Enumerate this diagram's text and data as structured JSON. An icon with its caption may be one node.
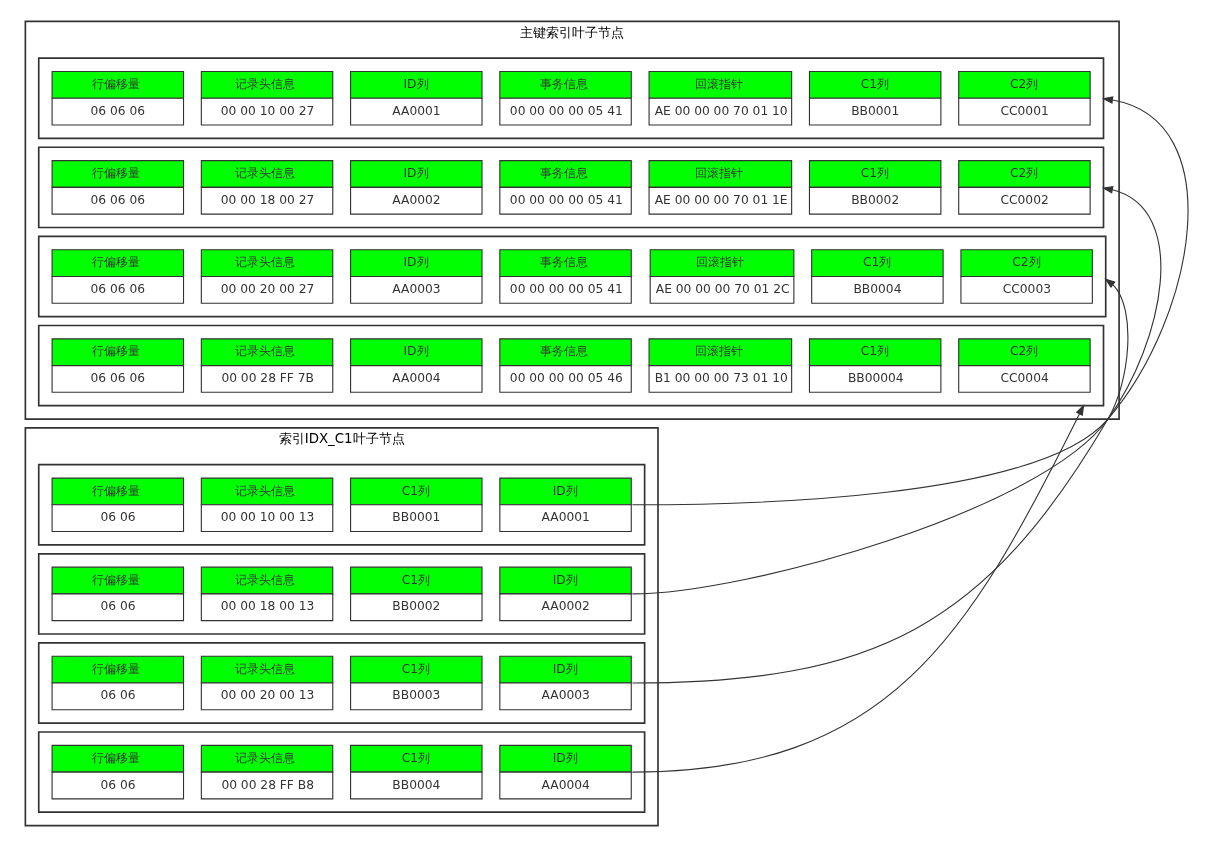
{
  "diagram": {
    "nodes": [
      {
        "text": [
          "主键索引叶子节点"
        ]
      },
      {
        "text": [],
        "shape": "box",
        "in": 0
      },
      {
        "text": [
          "行偏移量",
          "06 06 06"
        ],
        "in": 1
      },
      {
        "text": [
          "记录头信息",
          "00 00 10 00 27"
        ],
        "in": 1
      },
      {
        "text": [
          "ID列",
          "AA0001"
        ],
        "in": 1
      },
      {
        "text": [
          "事务信息",
          "00 00 00 00 05 41"
        ],
        "in": 1
      },
      {
        "text": [
          "回滚指针",
          "AE 00 00 00 70 01 10"
        ],
        "in": 1
      },
      {
        "text": [
          "C1列",
          "BB0001"
        ],
        "in": 1
      },
      {
        "text": [
          "C2列",
          "CC0001"
        ],
        "in": 1
      },
      {
        "text": [],
        "shape": "box",
        "in": 0
      },
      {
        "text": [
          "行偏移量",
          "06 06 06"
        ],
        "in": 9
      },
      {
        "text": [
          "记录头信息",
          "00 00 18 00 27"
        ],
        "in": 9
      },
      {
        "text": [
          "ID列",
          "AA0002"
        ],
        "in": 9
      },
      {
        "text": [
          "事务信息",
          "00 00 00 00 05 41"
        ],
        "in": 9
      },
      {
        "text": [
          "回滚指针",
          "AE 00 00 00 70 01 1E"
        ],
        "in": 9
      },
      {
        "text": [
          "C1列",
          "BB0002"
        ],
        "in": 9
      },
      {
        "text": [
          "C2列",
          "CC0002"
        ],
        "in": 9
      },
      {
        "text": [],
        "shape": "box",
        "in": 0
      },
      {
        "text": [
          "行偏移量",
          "06 06 06"
        ],
        "in": 17
      },
      {
        "text": [
          "记录头信息",
          "00 00 20 00 27"
        ],
        "in": 17
      },
      {
        "text": [
          "ID列",
          "AA0003"
        ],
        "in": 17
      },
      {
        "text": [
          "事务信息",
          "00 00 00 00 05 41"
        ],
        "in": 17
      },
      {
        "text": [
          "回滚指针",
          "AE 00 00 00 70 01 2C"
        ],
        "in": 17
      },
      {
        "text": [
          "C1列",
          "BB0004"
        ],
        "in": 17
      },
      {
        "text": [
          "C2列",
          "CC0003"
        ],
        "in": 17
      },
      {
        "text": [],
        "shape": "box",
        "in": 0
      },
      {
        "text": [
          "行偏移量",
          "06 06 06"
        ],
        "in": 25
      },
      {
        "text": [
          "记录头信息",
          "00 00 28 FF 7B"
        ],
        "in": 25
      },
      {
        "text": [
          "ID列",
          "AA0004"
        ],
        "in": 25
      },
      {
        "text": [
          "事务信息",
          "00 00 00 00 05 46"
        ],
        "in": 25
      },
      {
        "text": [
          "回滚指针",
          "B1 00 00 00 73 01 10"
        ],
        "in": 25
      },
      {
        "text": [
          "C1列",
          "BB00004"
        ],
        "in": 25
      },
      {
        "text": [
          "C2列",
          "CC0004"
        ],
        "in": 25
      },
      {
        "text": [
          "索引IDX_C1叶子节点"
        ]
      },
      {
        "text": [],
        "shape": "box",
        "in": 33
      },
      {
        "text": [
          "行偏移量",
          "06 06"
        ],
        "in": 34
      },
      {
        "text": [
          "记录头信息",
          "00 00 10 00 13"
        ],
        "in": 34
      },
      {
        "text": [
          "C1列",
          "BB0001"
        ],
        "in": 34
      },
      {
        "text": [
          "ID列",
          "AA0001"
        ],
        "in": 34
      },
      {
        "text": [],
        "shape": "box",
        "in": 33
      },
      {
        "text": [
          "行偏移量",
          "06 06"
        ],
        "in": 39
      },
      {
        "text": [
          "记录头信息",
          "00 00 18 00 13"
        ],
        "in": 39
      },
      {
        "text": [
          "C1列",
          "BB0002"
        ],
        "in": 39
      },
      {
        "text": [
          "ID列",
          "AA0002"
        ],
        "in": 39
      },
      {
        "text": [],
        "shape": "box",
        "in": 33
      },
      {
        "text": [
          "行偏移量",
          "06 06"
        ],
        "in": 44
      },
      {
        "text": [
          "记录头信息",
          "00 00 20 00 13"
        ],
        "in": 44
      },
      {
        "text": [
          "C1列",
          "BB0003"
        ],
        "in": 44
      },
      {
        "text": [
          "ID列",
          "AA0003"
        ],
        "in": 44
      },
      {
        "text": [],
        "shape": "box",
        "in": 33
      },
      {
        "text": [
          "行偏移量",
          "06 06"
        ],
        "in": 49
      },
      {
        "text": [
          "记录头信息",
          "00 00 28 FF B8"
        ],
        "in": 49
      },
      {
        "text": [
          "C1列",
          "BB0004"
        ],
        "in": 49
      },
      {
        "text": [
          "ID列",
          "AA0004"
        ],
        "in": 49
      }
    ],
    "edges": [
      {
        "from": 38,
        "to": 1,
        "arrow": "to"
      },
      {
        "from": 43,
        "to": 9,
        "arrow": "to"
      },
      {
        "from": 48,
        "to": 17,
        "arrow": "to"
      },
      {
        "from": 53,
        "to": 25,
        "arrow": "to"
      }
    ]
  }
}
